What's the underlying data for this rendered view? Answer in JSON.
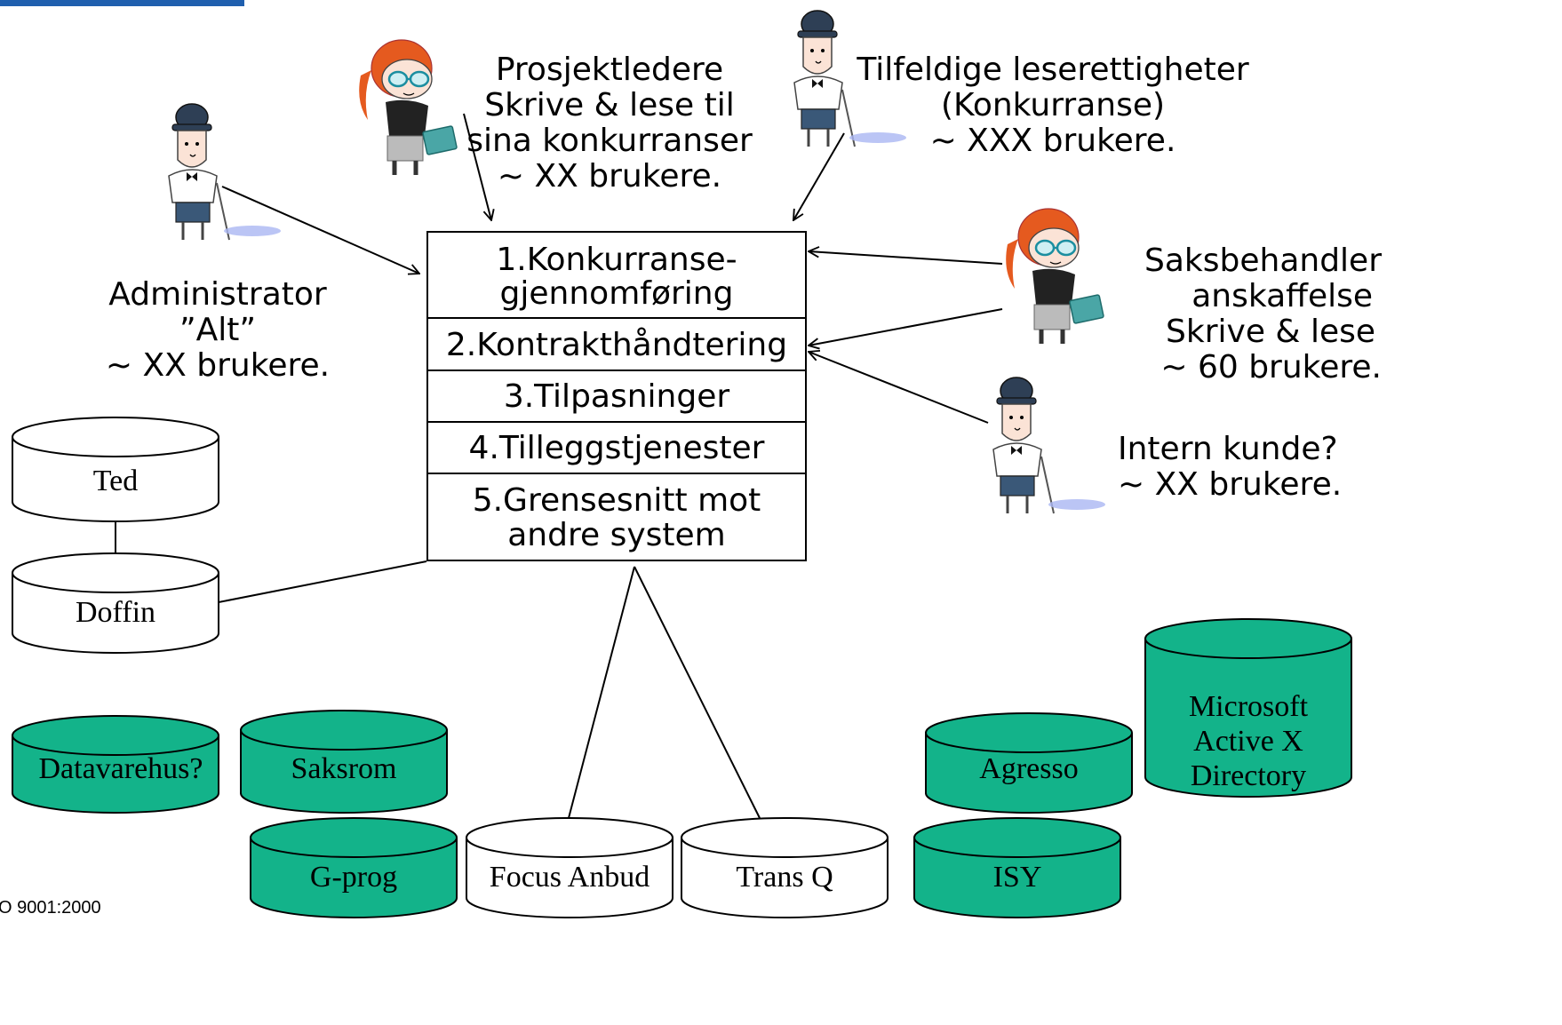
{
  "central_modules": [
    {
      "line1": "1.Konkurranse-",
      "line2": "gjennomføring"
    },
    {
      "line1": "2.Kontrakthåndtering"
    },
    {
      "line1": "3.Tilpasninger"
    },
    {
      "line1": "4.Tilleggstjenester"
    },
    {
      "line1": "5.Grensesnitt mot",
      "line2": "andre system"
    }
  ],
  "roles": {
    "administrator": [
      "Administrator",
      "”Alt”",
      "~ XX brukere."
    ],
    "prosjektledere": [
      "Prosjektledere",
      "Skrive & lese til",
      "sina konkurranser",
      "~ XX brukere."
    ],
    "tilfeldige": [
      "Tilfeldige leserettigheter",
      "(Konkurranse)",
      "~ XXX brukere."
    ],
    "saksbehandler": [
      "Saksbehandler",
      "anskaffelse",
      "Skrive & lese",
      "~ 60 brukere."
    ],
    "intern": [
      "Intern kunde?",
      "~ XX brukere."
    ]
  },
  "databases": {
    "ted": "Ted",
    "doffin": "Doffin",
    "datavarehus": "Datavarehus?",
    "saksrom": "Saksrom",
    "gprog": "G-prog",
    "focus": "Focus Anbud",
    "transq": "Trans Q",
    "agresso": "Agresso",
    "isy": "ISY",
    "microsoft": [
      "Microsoft",
      "Active X",
      "Directory"
    ]
  },
  "footer": "O 9001:2000",
  "colors": {
    "green_db": "#13b38a",
    "white_db": "#ffffff",
    "header_bar": "#1f5fae"
  },
  "icons": [
    "man-with-hat-icon",
    "woman-with-glasses-icon"
  ]
}
